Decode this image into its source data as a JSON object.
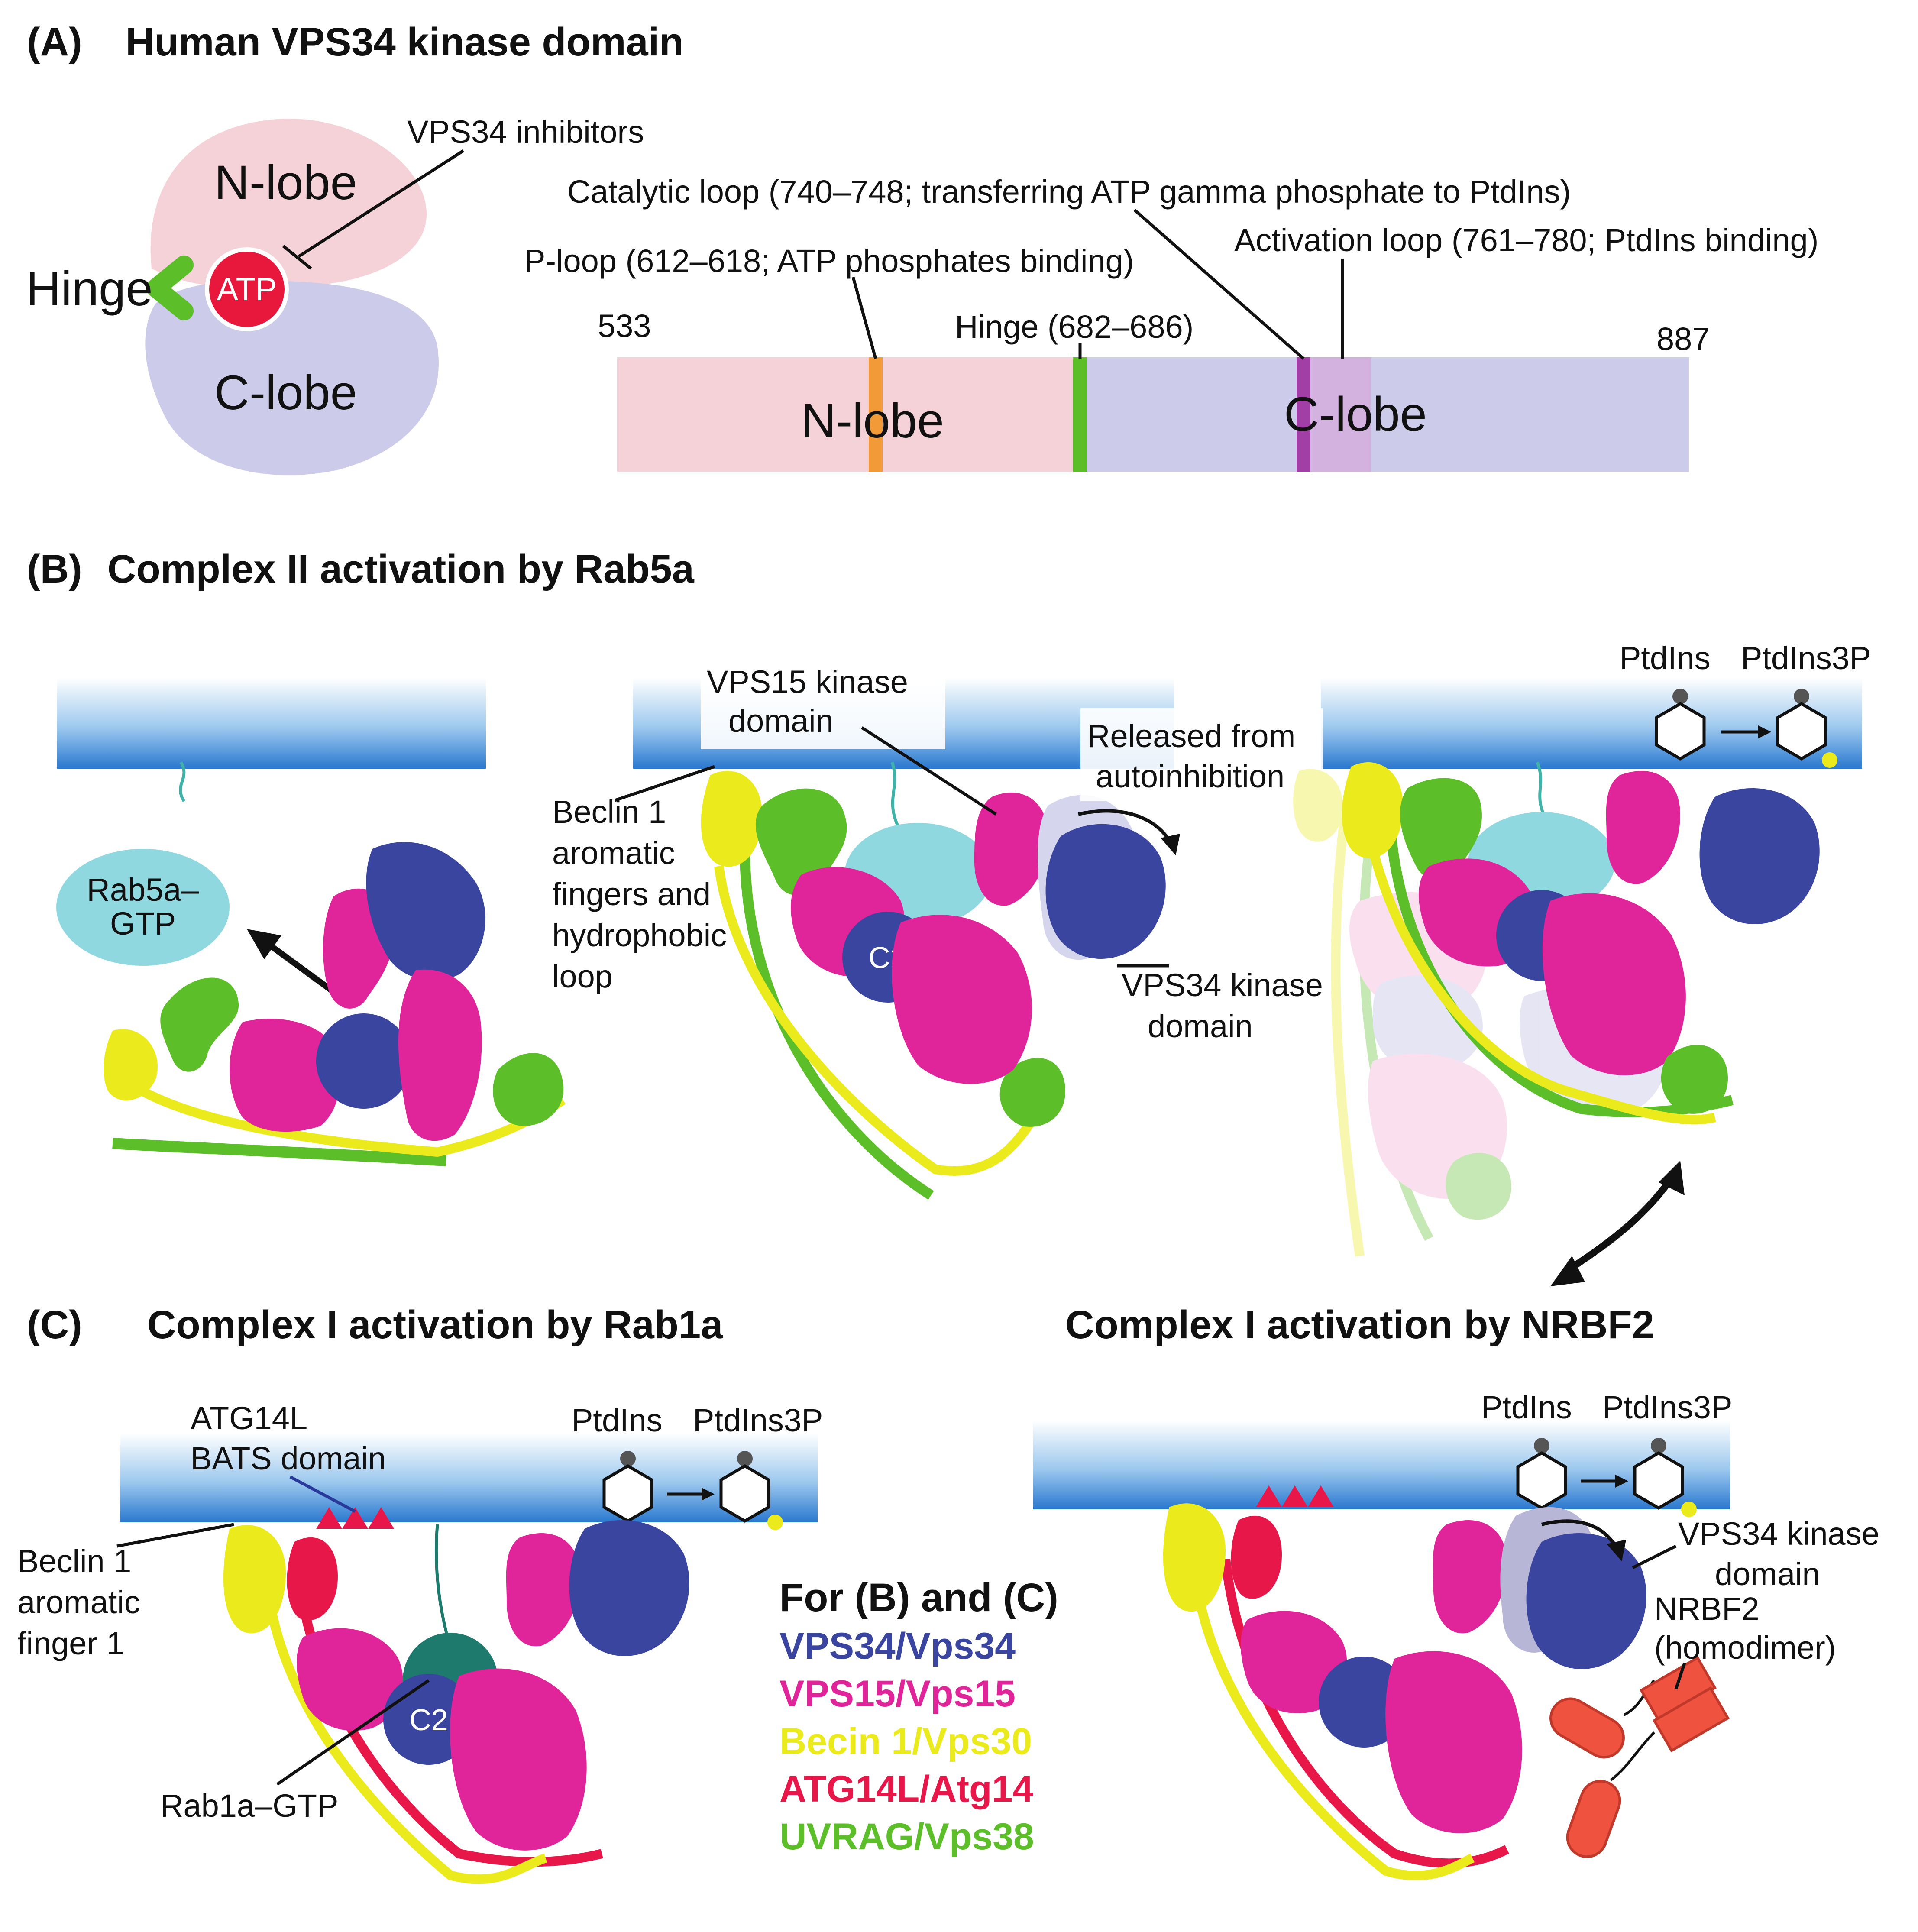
{
  "panel_a": {
    "label": "(A)",
    "title": "Human VPS34 kinase domain",
    "cartoon": {
      "n_lobe": "N-lobe",
      "c_lobe": "C-lobe",
      "atp": "ATP",
      "hinge": "Hinge",
      "inhibitors": "VPS34 inhibitors"
    },
    "domain_bar": {
      "start": "533",
      "end": "887",
      "n_lobe": "N-lobe",
      "c_lobe": "C-lobe",
      "p_loop": "P-loop (612–618; ATP phosphates binding)",
      "hinge": "Hinge (682–686)",
      "catalytic_loop": "Catalytic loop (740–748; transferring ATP gamma phosphate to PtdIns)",
      "activation_loop": "Activation loop (761–780; PtdIns binding)"
    }
  },
  "panel_b": {
    "label": "(B)",
    "title": "Complex II activation by Rab5a",
    "rab5a_line1": "Rab5a–",
    "rab5a_line2": "GTP",
    "vps15_line1": "VPS15 kinase",
    "vps15_line2": "domain",
    "released_line1": "Released from",
    "released_line2": "autoinhibition",
    "beclin_lines": [
      "Beclin 1",
      "aromatic",
      "fingers and",
      "hydrophobic",
      "loop"
    ],
    "c2": "C2",
    "vps34_line1": "VPS34 kinase",
    "vps34_line2": "domain",
    "ptdins": "PtdIns",
    "ptdins3p": "PtdIns3P"
  },
  "panel_c": {
    "label": "(C)",
    "title_left": "Complex I activation by Rab1a",
    "title_right": "Complex I activation by NRBF2",
    "atg14l_line1": "ATG14L",
    "atg14l_line2": "BATS domain",
    "beclin_lines": [
      "Beclin 1",
      "aromatic",
      "finger 1"
    ],
    "rab1a": "Rab1a–GTP",
    "c2": "C2",
    "ptdins": "PtdIns",
    "ptdins3p": "PtdIns3P",
    "vps34_line1": "VPS34 kinase",
    "vps34_line2": "domain",
    "nrbf2_line1": "NRBF2",
    "nrbf2_line2": "(homodimer)"
  },
  "legend": {
    "heading": "For (B) and (C)",
    "items": [
      {
        "label": "VPS34/Vps34",
        "color": "#3a45a0"
      },
      {
        "label": "VPS15/Vps15",
        "color": "#e0249a"
      },
      {
        "label": "Becin 1/Vps30",
        "color": "#eaea1c"
      },
      {
        "label": "ATG14L/Atg14",
        "color": "#e8174a"
      },
      {
        "label": "UVRAG/Vps38",
        "color": "#5cbf2a"
      }
    ]
  },
  "colors": {
    "n_lobe": "#f4d2d8",
    "c_lobe": "#cdcbea",
    "atp": "#e8173c",
    "hinge": "#5cbf2a",
    "p_loop": "#f29a38",
    "catalytic_loop": "#a23fa6",
    "activation_loop": "#d3b2e0",
    "rab": "#8fd8df",
    "nrbf2": "#ef5340"
  }
}
